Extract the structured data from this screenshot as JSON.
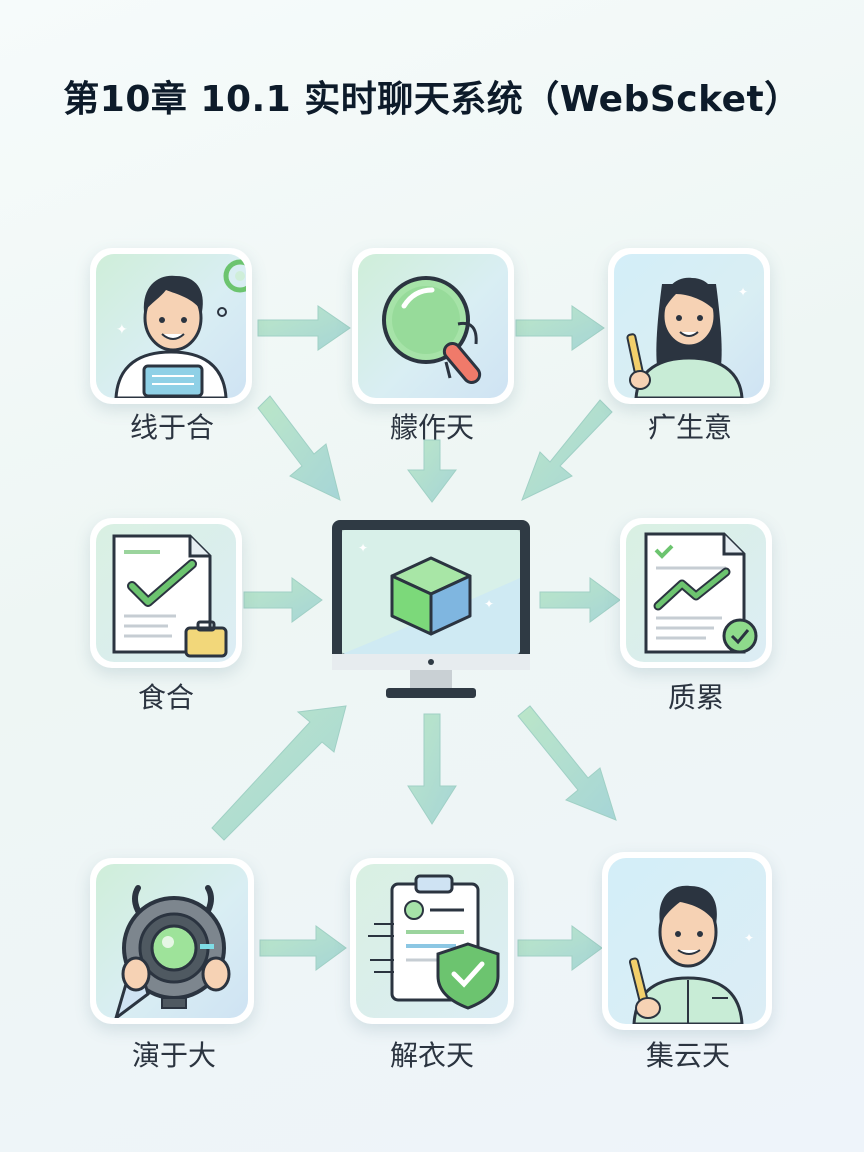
{
  "title": "第10章 10.1 实时聊天系统（WebScket）",
  "nodes": [
    {
      "id": "n1",
      "label": "线于合",
      "icon": "developer-person-laptop-icon"
    },
    {
      "id": "n2",
      "label": "艨作天",
      "icon": "magnifier-icon"
    },
    {
      "id": "n3",
      "label": "疒生意",
      "icon": "teacher-woman-pointer-icon"
    },
    {
      "id": "n4",
      "label": "食合",
      "icon": "document-chart-briefcase-icon"
    },
    {
      "id": "n5",
      "label": "质累",
      "icon": "document-chart-check-icon"
    },
    {
      "id": "n6",
      "label": "演于大",
      "icon": "lens-device-hands-icon"
    },
    {
      "id": "n7",
      "label": "解衣天",
      "icon": "clipboard-shield-check-icon"
    },
    {
      "id": "n8",
      "label": "集云天",
      "icon": "man-pointer-icon"
    }
  ],
  "center": {
    "icon": "monitor-cube-icon"
  },
  "colors": {
    "arrow": "#a7dcc0",
    "arrow_edge": "#9fd0c8",
    "card_bg": "#d6eee6",
    "accent_green": "#7cd97a",
    "accent_blue": "#7fb6e0",
    "outline": "#2b3440"
  }
}
